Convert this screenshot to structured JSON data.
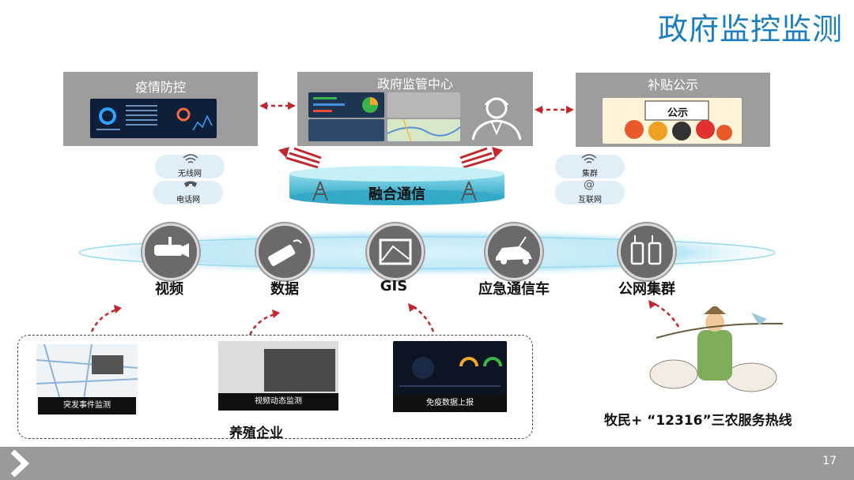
{
  "title": "政府监控监测",
  "panels": {
    "left": "疫情防控",
    "center": "政府监管中心",
    "right": "补贴公示",
    "notice_sign": "公示"
  },
  "fusion": "融合通信",
  "clouds": {
    "wireless": "无线网",
    "phone": "电话网",
    "cluster": "集群",
    "internet": "互联网"
  },
  "nodes": [
    {
      "label": "视频",
      "icon": "camera-icon"
    },
    {
      "label": "数据",
      "icon": "usb-stick-icon"
    },
    {
      "label": "GIS",
      "icon": "map-icon"
    },
    {
      "label": "应急通信车",
      "icon": "vehicle-icon"
    },
    {
      "label": "公网集群",
      "icon": "walkie-talkie-icon"
    }
  ],
  "screens": [
    {
      "caption": "突发事件监测"
    },
    {
      "caption": "视频动态监测"
    },
    {
      "caption": "免疫数据上报"
    }
  ],
  "enterprise": "养殖企业",
  "herder": "牧民+ “12316”三农服务热线",
  "page_number": "17",
  "colors": {
    "title": "#1a7fc2",
    "panel": "#9d9d9d",
    "arrow": "#c0282e",
    "footer": "#9a9a9a"
  }
}
